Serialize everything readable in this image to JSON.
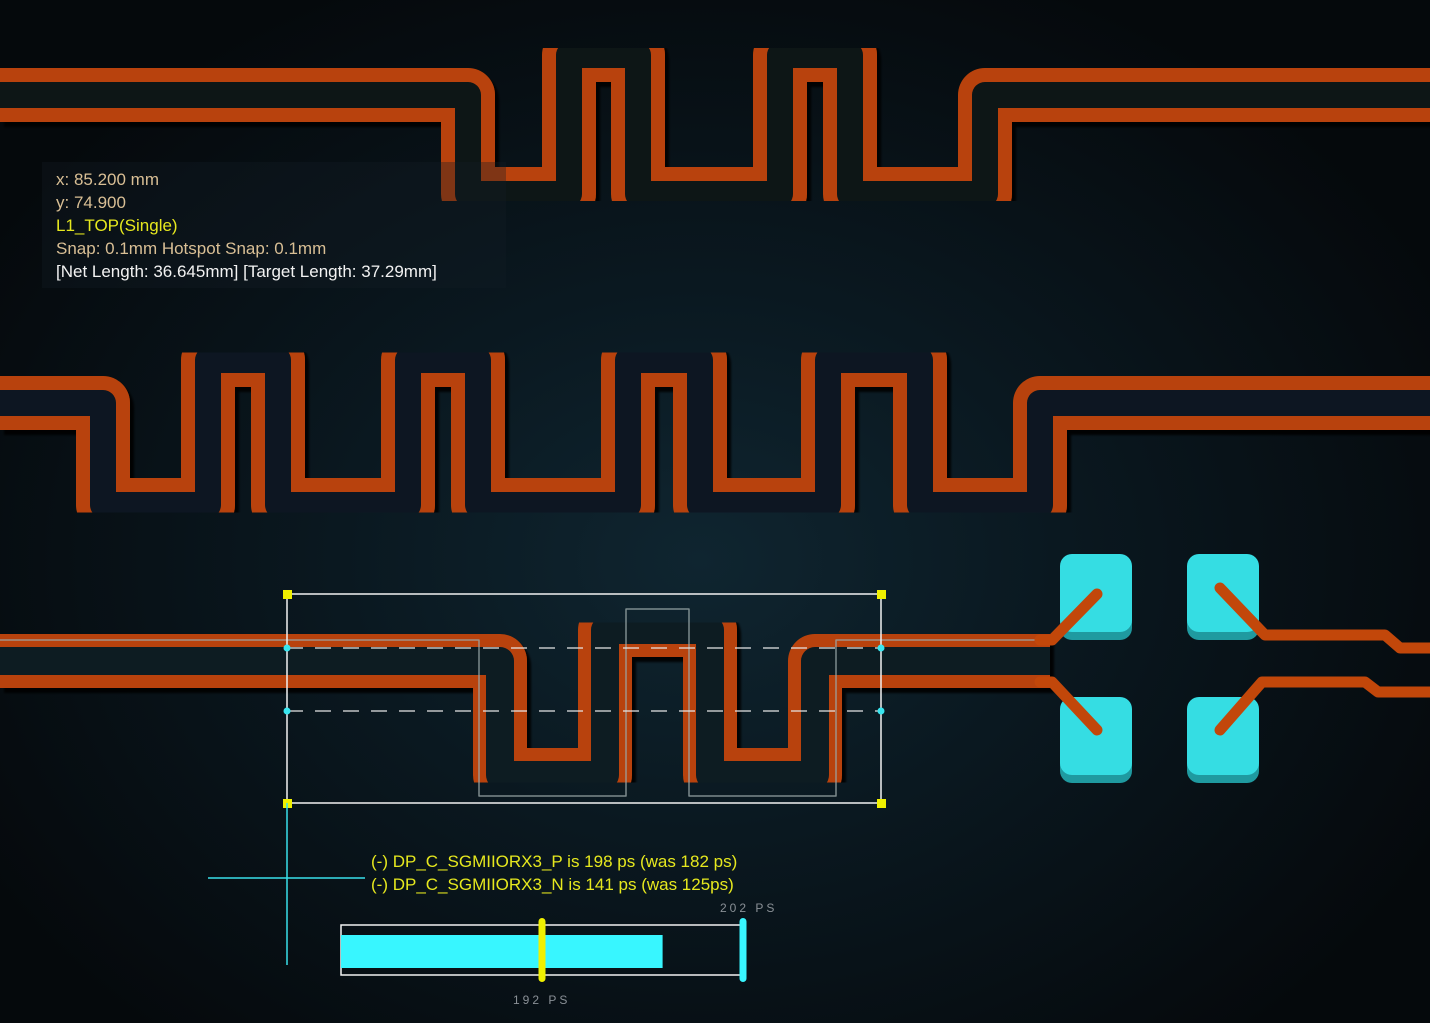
{
  "info": {
    "x": "x: 85.200 mm",
    "y": "y: 74.900",
    "layer": "L1_TOP(Single)",
    "snap": "Snap: 0.1mm Hotspot Snap: 0.1mm",
    "lengths": "[Net Length: 36.645mm] [Target Length: 37.29mm]"
  },
  "messages": [
    "(-) DP_C_SGMIIORX3_P is 198 ps (was 182 ps)",
    "(-) DP_C_SGMIIORX3_N is 141 ps (was 125ps)"
  ],
  "delay_meter": {
    "min_ps": 182,
    "current_ps": 198,
    "marker_ps": 192,
    "max_ps": 202,
    "marker_label": "192 PS",
    "max_label": "202 PS"
  },
  "colors": {
    "trace": "#b84308",
    "pad": "#35dde3",
    "handle": "#f0f000",
    "meter_fill": "#38f6ff",
    "marker": "#f0f000"
  }
}
